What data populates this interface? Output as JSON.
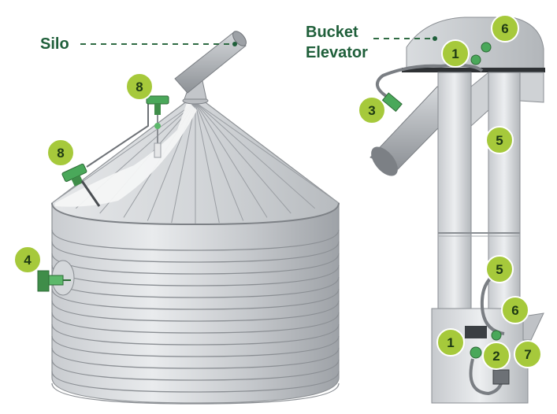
{
  "labels": {
    "silo": "Silo",
    "bucket_elevator_line1": "Bucket",
    "bucket_elevator_line2": "Elevator"
  },
  "badges": {
    "b1_top": "1",
    "b1_bottom": "1",
    "b2": "2",
    "b3": "3",
    "b4": "4",
    "b5_top": "5",
    "b5_bottom": "5",
    "b6_top": "6",
    "b6_bottom": "6",
    "b7": "7",
    "b8_upper": "8",
    "b8_lower": "8"
  },
  "colors": {
    "badge_fill": "#a6c93b",
    "badge_stroke": "#ffffff",
    "label_green": "#1f5f3a",
    "sensor_green": "#4aa85a",
    "metal_light": "#d8dadd",
    "metal_mid": "#b5b8bc",
    "metal_dark": "#6f7277"
  }
}
